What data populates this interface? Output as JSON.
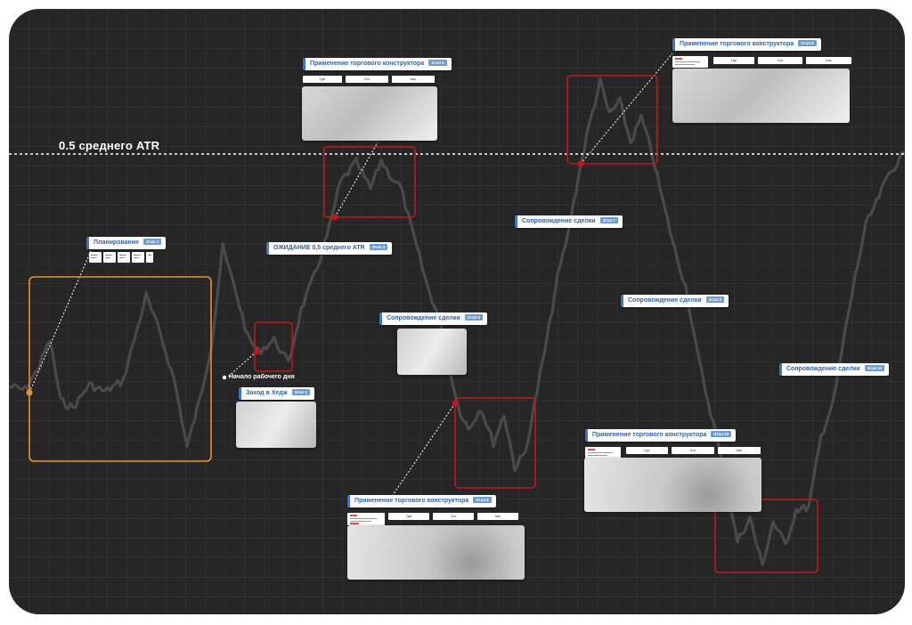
{
  "atr_label": "0.5 среднего ATR",
  "start_label": "Начало рабочего дня",
  "colors": {
    "background": "#262626",
    "price_line": "#4a4a4a",
    "planning_box": "#e8922c",
    "zone_box": "#c0181c",
    "tag_accent": "#3a78c2",
    "connector": "#ffffff"
  },
  "tags": {
    "planning": {
      "title": "Планирование",
      "badge": "Этап 1"
    },
    "entry": {
      "title": "Заход в Хедж",
      "badge": "Этап 2"
    },
    "waiting": {
      "title": "ОЖИДАНИЕ 0,5 среднего ATR",
      "badge": "Этап 3"
    },
    "constructor_top": {
      "title": "Применение торгового конструктора",
      "badge": "Этап 4"
    },
    "support_mid": {
      "title": "Сопровождение сделки",
      "badge": "Этап 5"
    },
    "constructor_bottom": {
      "title": "Применение торгового конструктора",
      "badge": "Этап 6"
    },
    "support_upper": {
      "title": "Сопровождение сделки",
      "badge": "Этап 7"
    },
    "constructor_top_right": {
      "title": "Применение торгового конструктора",
      "badge": "Этап 8"
    },
    "support_right": {
      "title": "Сопровождение сделки",
      "badge": "Этап 9"
    },
    "constructor_bottom_right": {
      "title": "Применение торгового конструктора",
      "badge": "Этап 10"
    },
    "support_far_right": {
      "title": "Сопровождение сделки",
      "badge": "Этап 11"
    }
  },
  "tabs": [
    "Где",
    "Что",
    "Как"
  ]
}
